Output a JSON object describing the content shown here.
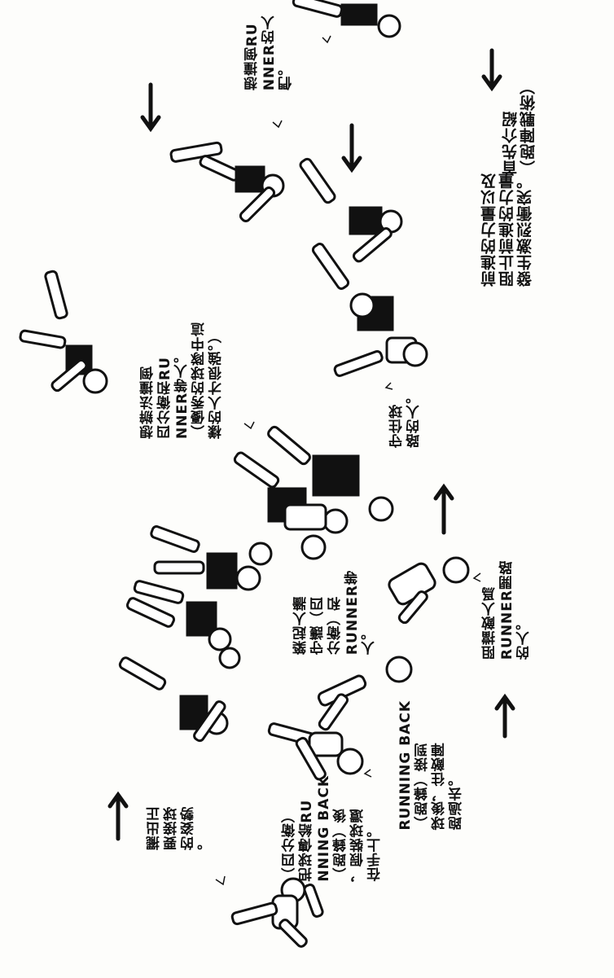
{
  "page": {
    "subject": "跑陣戰術 illustration",
    "captions": {
      "intro": "首先介紹\n（跑陣戰術）",
      "clash": "前進的力量以及\n阻止前進的力量\n發生激烈衝突。",
      "tacklers": "想撞倒RU\nNNER的人\n們。",
      "defense": "想辦法撞倒\n四分衛和RU\nNNER等人。\n（優秀的球隊中這\n樣的人才很強。）",
      "guard": "守住球\n路的人。",
      "blockers": "阻擋敵人爲\nRUNNER開路\n的人。",
      "wall": "築起人牆\n守護（四\n分衛）和\nRUNNER等\n人。",
      "runner": "RUNNING BACK\n（跑鋒）接到\n球後，往敵陣\n跑過去。",
      "quarterback": "（四分衛）\n把球傳給RU\nNNING BACK\n（跑鋒）後\n，假裝球還\n在手上。",
      "receiver": "擺出正\n要接球\n的姿勢\n。"
    },
    "icons": {
      "arrow_down": "arrow-down-icon",
      "arrow_up": "arrow-up-icon"
    }
  }
}
